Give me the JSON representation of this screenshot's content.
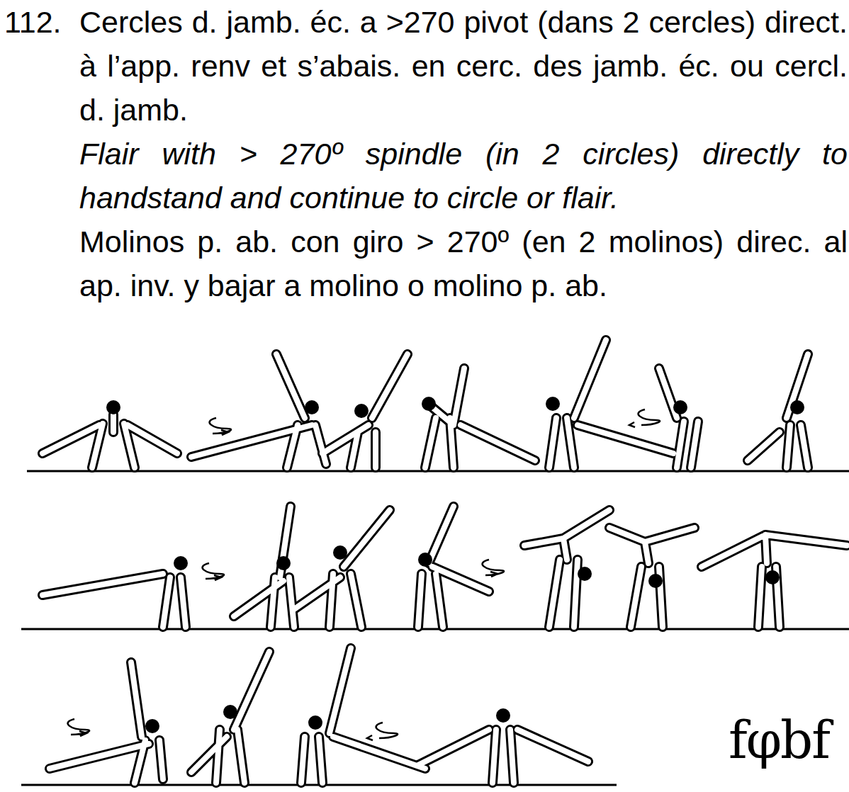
{
  "diagram": {
    "labels": [
      "112.",
      "Cercles d. jamb. éc. a >270 pivot (dans 2 cercles) direct. à l’app. renv et s’abais. en cerc. des jamb. éc. ou cercl. d. jamb.",
      "Flair with > 270º spindle (in 2 circles) directly to handstand and continue to circle or flair.",
      "Molinos p. ab. con giro > 270º (en 2 molinos) direc. al ap. inv. y bajar a molino o molino p. ab.",
      "fφbf"
    ]
  }
}
